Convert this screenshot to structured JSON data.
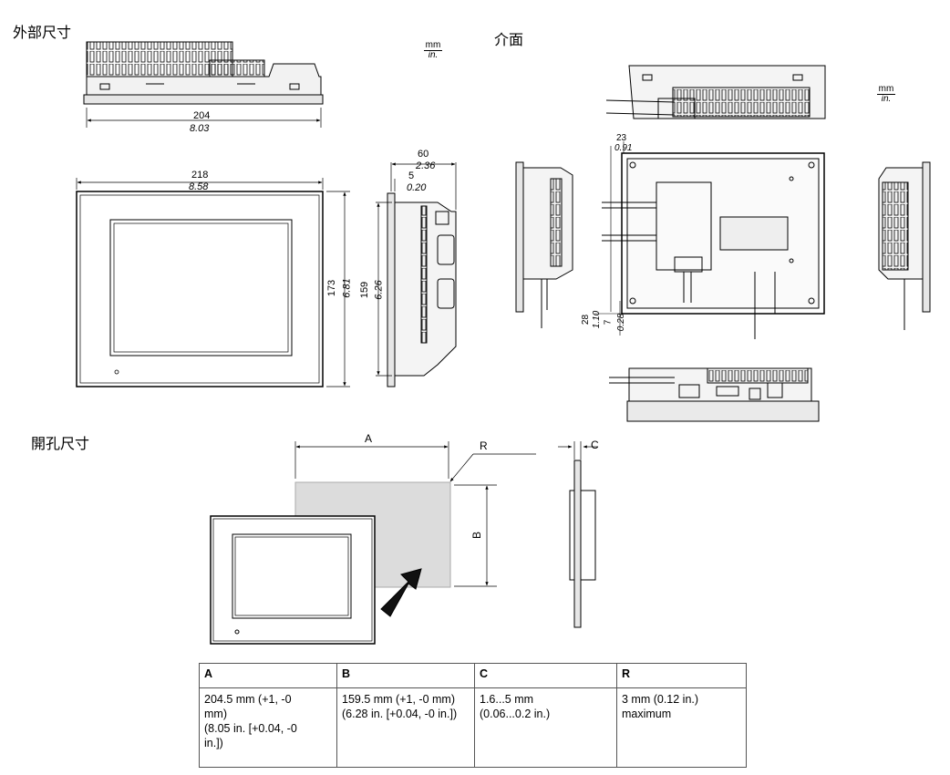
{
  "headings": {
    "external": "外部尺寸",
    "interface": "介面",
    "cutout": "開孔尺寸"
  },
  "units": {
    "top": "mm",
    "bottom": "in."
  },
  "dimensions": {
    "top_width_mm": "204",
    "top_width_in": "8.03",
    "front_width_mm": "218",
    "front_width_in": "8.58",
    "front_height_mm": "173",
    "front_height_in": "6.81",
    "side_depth_mm": "60",
    "side_depth_in": "2.36",
    "side_bezel_mm": "5",
    "side_bezel_in": "0.20",
    "side_height_mm": "159",
    "side_height_in": "6.26",
    "rear_top_mm": "23",
    "rear_top_in": "0.91",
    "rear_bottom_a_mm": "28",
    "rear_bottom_a_in": "1.10",
    "rear_bottom_b_mm": "7",
    "rear_bottom_b_in": "0.28"
  },
  "cutout_labels": {
    "a": "A",
    "b": "B",
    "c": "C",
    "r": "R"
  },
  "table": {
    "headers": [
      "A",
      "B",
      "C",
      "R"
    ],
    "cells": [
      [
        "204.5 mm (+1, -0",
        "mm)",
        "(8.05 in. [+0.04, -0",
        "in.])"
      ],
      [
        "159.5 mm (+1, -0 mm)",
        "(6.28 in. [+0.04, -0 in.])"
      ],
      [
        "1.6...5 mm",
        "(0.06...0.2 in.)"
      ],
      [
        "3 mm (0.12 in.)",
        "maximum"
      ]
    ]
  }
}
